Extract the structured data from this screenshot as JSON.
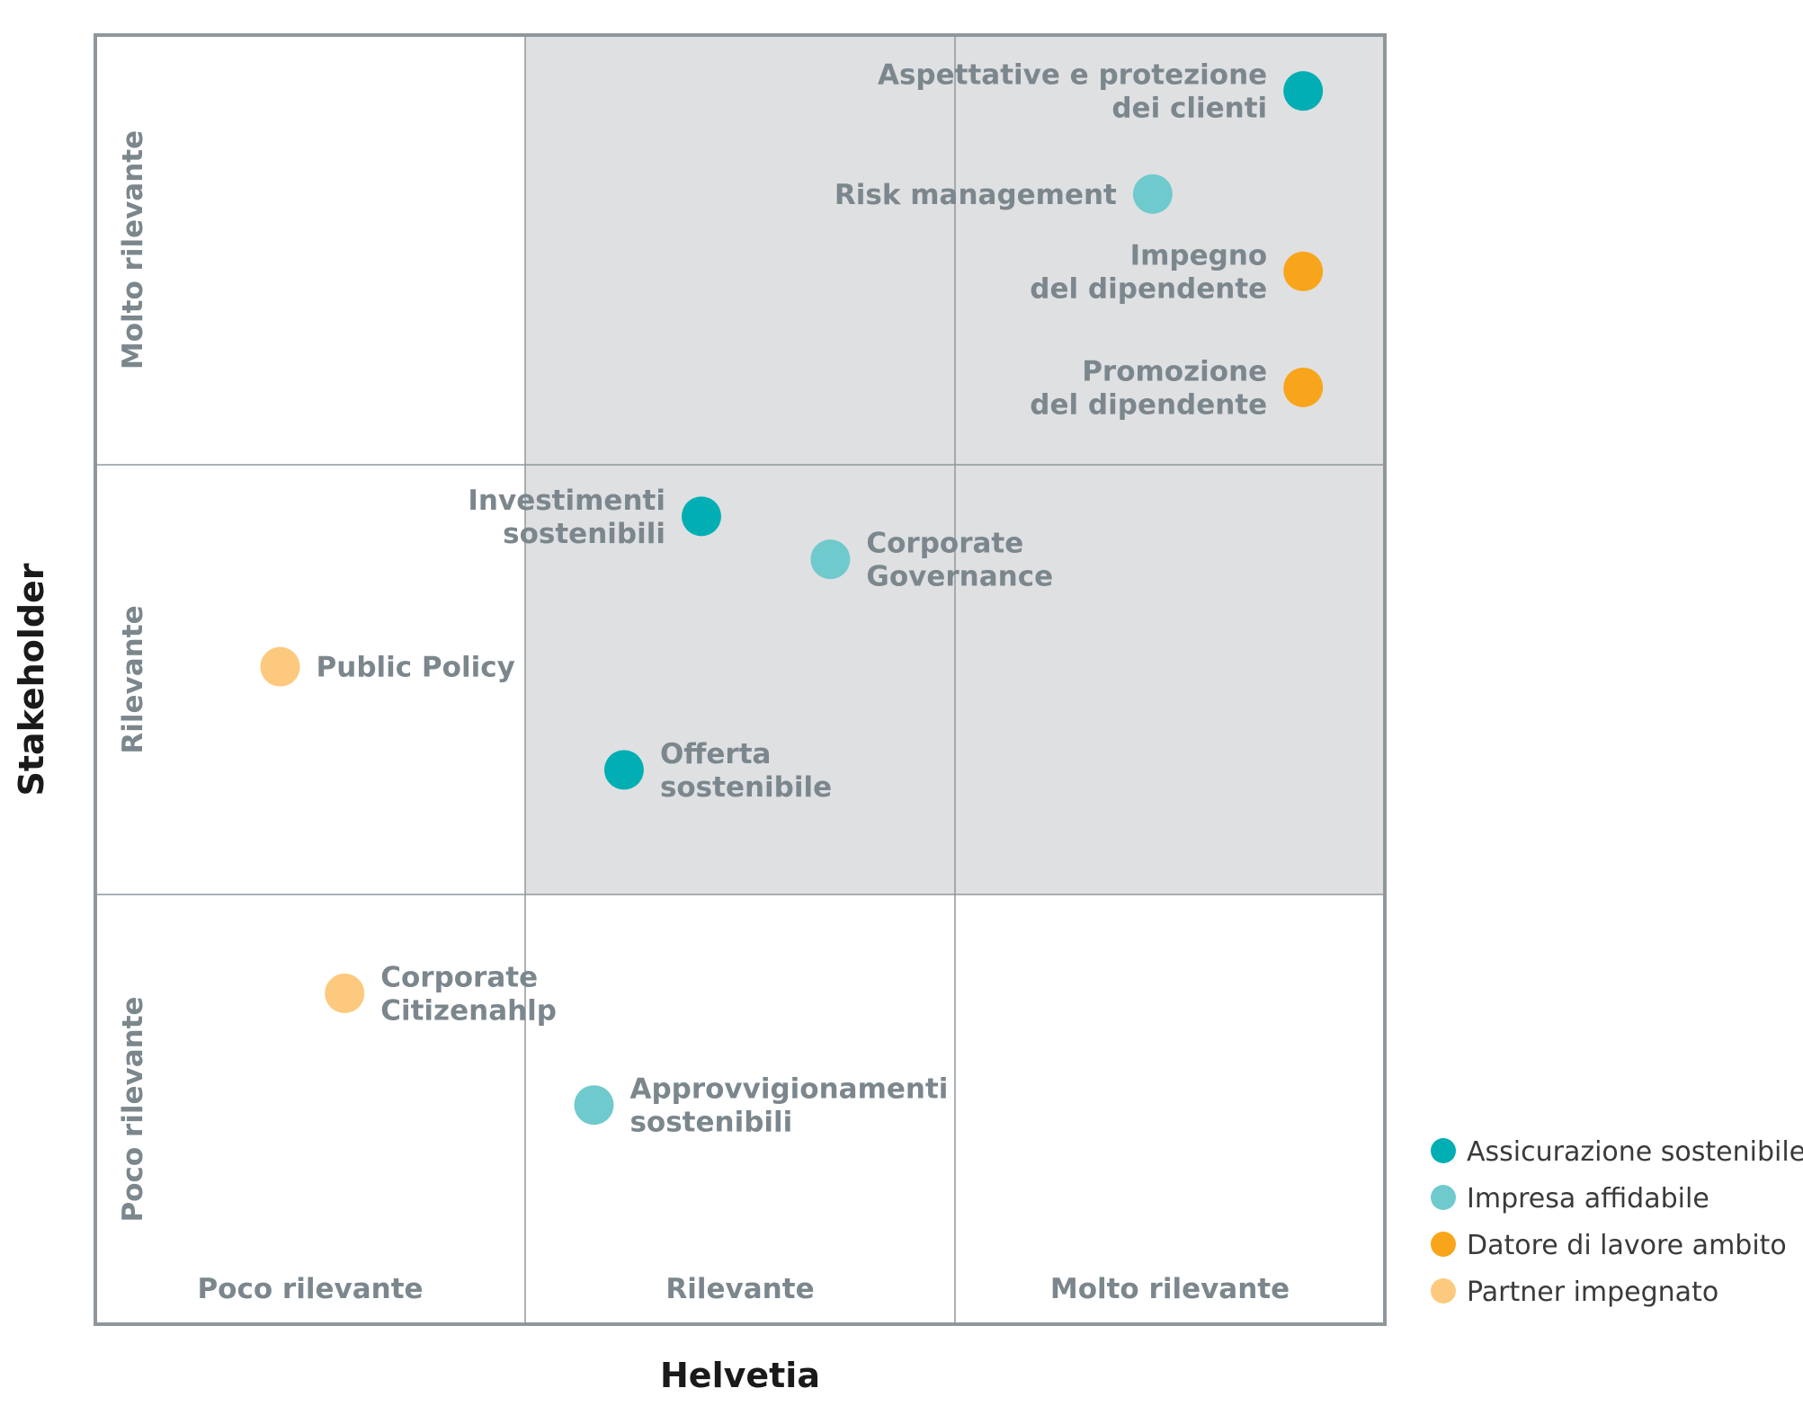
{
  "chart_data": {
    "type": "scatter",
    "xlabel": "Helvetia",
    "ylabel": "Stakeholder",
    "x_categories": [
      "Poco rilevante",
      "Rilevante",
      "Molto rilevante"
    ],
    "y_categories": [
      "Poco rilevante",
      "Rilevante",
      "Molto rilevante"
    ],
    "xlim": [
      0,
      3
    ],
    "ylim": [
      0,
      3
    ],
    "highlight_region": {
      "x": [
        1,
        3
      ],
      "y": [
        1,
        3
      ],
      "color": "#dfe0e2"
    },
    "grid": true,
    "legend_position": "bottom-right",
    "series": [
      {
        "name": "Assicurazione sostenibile",
        "color": "#00aeb3"
      },
      {
        "name": "Impresa affidabile",
        "color": "#6fcacd"
      },
      {
        "name": "Datore di lavore ambito",
        "color": "#f8a51c"
      },
      {
        "name": "Partner impegnato",
        "color": "#fdc97e"
      }
    ],
    "points": [
      {
        "series": 0,
        "label": [
          "Aspettative e protezione",
          "dei clienti"
        ],
        "x": 2.81,
        "y": 2.87,
        "label_side": "left"
      },
      {
        "series": 1,
        "label": [
          "Risk management"
        ],
        "x": 2.46,
        "y": 2.63,
        "label_side": "left"
      },
      {
        "series": 2,
        "label": [
          "Impegno",
          "del dipendente"
        ],
        "x": 2.81,
        "y": 2.45,
        "label_side": "left"
      },
      {
        "series": 2,
        "label": [
          "Promozione",
          "del dipendente"
        ],
        "x": 2.81,
        "y": 2.18,
        "label_side": "left"
      },
      {
        "series": 0,
        "label": [
          "Investimenti",
          "sostenibili"
        ],
        "x": 1.41,
        "y": 1.88,
        "label_side": "left"
      },
      {
        "series": 1,
        "label": [
          "Corporate",
          "Governance"
        ],
        "x": 1.71,
        "y": 1.78,
        "label_side": "right"
      },
      {
        "series": 3,
        "label": [
          "Public Policy"
        ],
        "x": 0.43,
        "y": 1.53,
        "label_side": "right"
      },
      {
        "series": 0,
        "label": [
          "Offerta",
          "sostenibile"
        ],
        "x": 1.23,
        "y": 1.29,
        "label_side": "right"
      },
      {
        "series": 3,
        "label": [
          "Corporate",
          "Citizenahlp"
        ],
        "x": 0.58,
        "y": 0.77,
        "label_side": "right"
      },
      {
        "series": 1,
        "label": [
          "Approvvigionamenti",
          "sostenibili"
        ],
        "x": 1.16,
        "y": 0.51,
        "label_side": "right"
      }
    ]
  }
}
